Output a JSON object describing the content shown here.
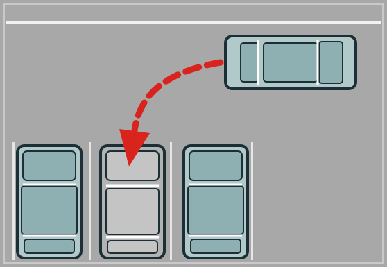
{
  "scene": {
    "type": "parking-maneuver-illustration",
    "colors": {
      "asphalt": "#a8a8a8",
      "asphalt_light": "#b4b4b4",
      "lane_line": "#f2f2f2",
      "stall_line": "#e6e6e6",
      "car_body": "#b2c9c9",
      "car_outline": "#1d2f36",
      "car_glass": "#8fb0b3",
      "target_car_body": "#b3b3b3",
      "arrow": "#d8241c"
    },
    "moving_car": {
      "icon": "car-top-view-icon",
      "orientation": "horizontal"
    },
    "parked_cars": [
      {
        "icon": "car-top-view-icon",
        "state": "parked"
      },
      {
        "icon": "car-top-view-icon",
        "state": "target-stall"
      },
      {
        "icon": "car-top-view-icon",
        "state": "parked"
      }
    ],
    "path_arrow": {
      "icon": "dashed-curved-arrow-icon",
      "direction": "into-target-stall"
    }
  }
}
